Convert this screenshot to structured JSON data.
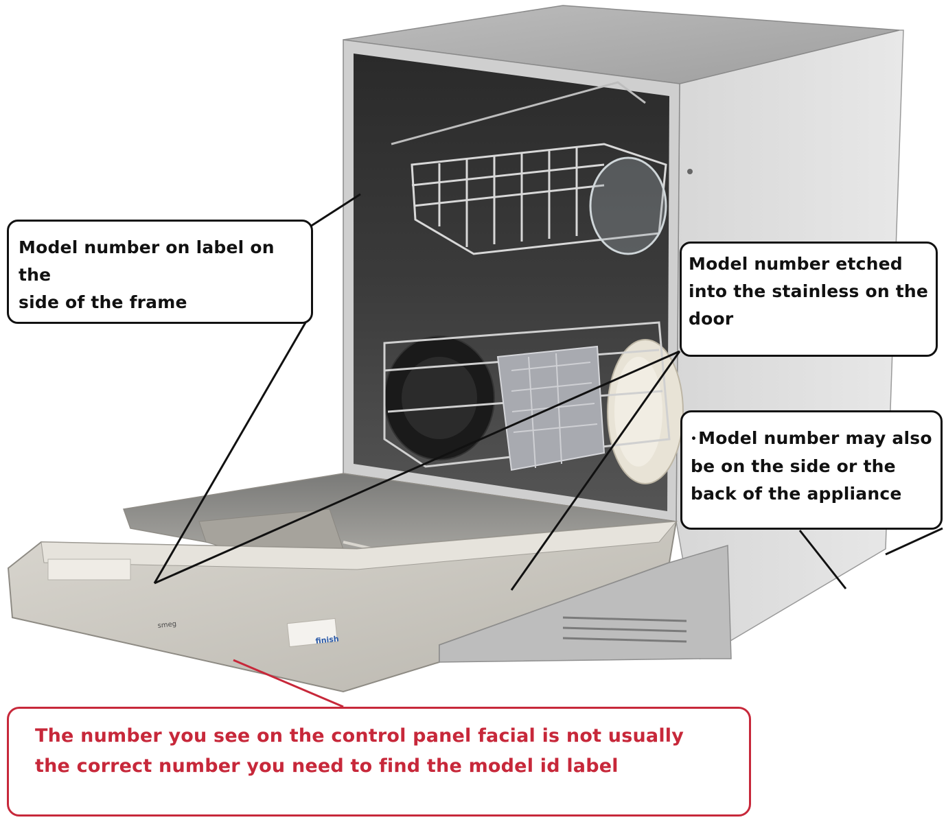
{
  "callouts": {
    "frame_label": {
      "lines": [
        "Model number on label on the",
        "side of the frame"
      ]
    },
    "door_etched": {
      "lines": [
        "Model number etched",
        "into the stainless on the",
        "door"
      ]
    },
    "side_back": {
      "bullet": "•",
      "lines": [
        "Model number may also",
        "be on the side or the",
        "back of the appliance"
      ]
    },
    "control_panel_note": {
      "lines": [
        "The number you see on the control panel facial is not usually",
        "the correct number you need to find the model id label"
      ]
    }
  },
  "appliance": {
    "brand_label": "smeg",
    "detergent_label": "finish"
  },
  "colors": {
    "callout_border": "#111111",
    "note_accent": "#c7283a",
    "cabinet": "#dcdcdc",
    "stainless": "#c9c6bf"
  }
}
